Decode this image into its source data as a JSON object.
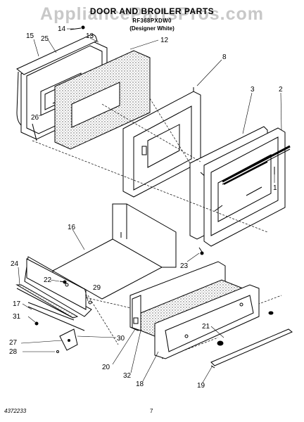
{
  "header": {
    "watermark": "AppliancePartsPros.com",
    "title": "DOOR AND BROILER PARTS",
    "subtitle": "RF368PXDW0",
    "variant": "(Designer White)"
  },
  "footer": {
    "doc_code": "4372233",
    "page": "7"
  },
  "callouts": [
    "15",
    "14",
    "13",
    "12",
    "25",
    "26",
    "8",
    "3",
    "2",
    "1",
    "16",
    "24",
    "23",
    "22",
    "29",
    "17",
    "31",
    "27",
    "28",
    "30",
    "20",
    "32",
    "21",
    "18",
    "19"
  ]
}
